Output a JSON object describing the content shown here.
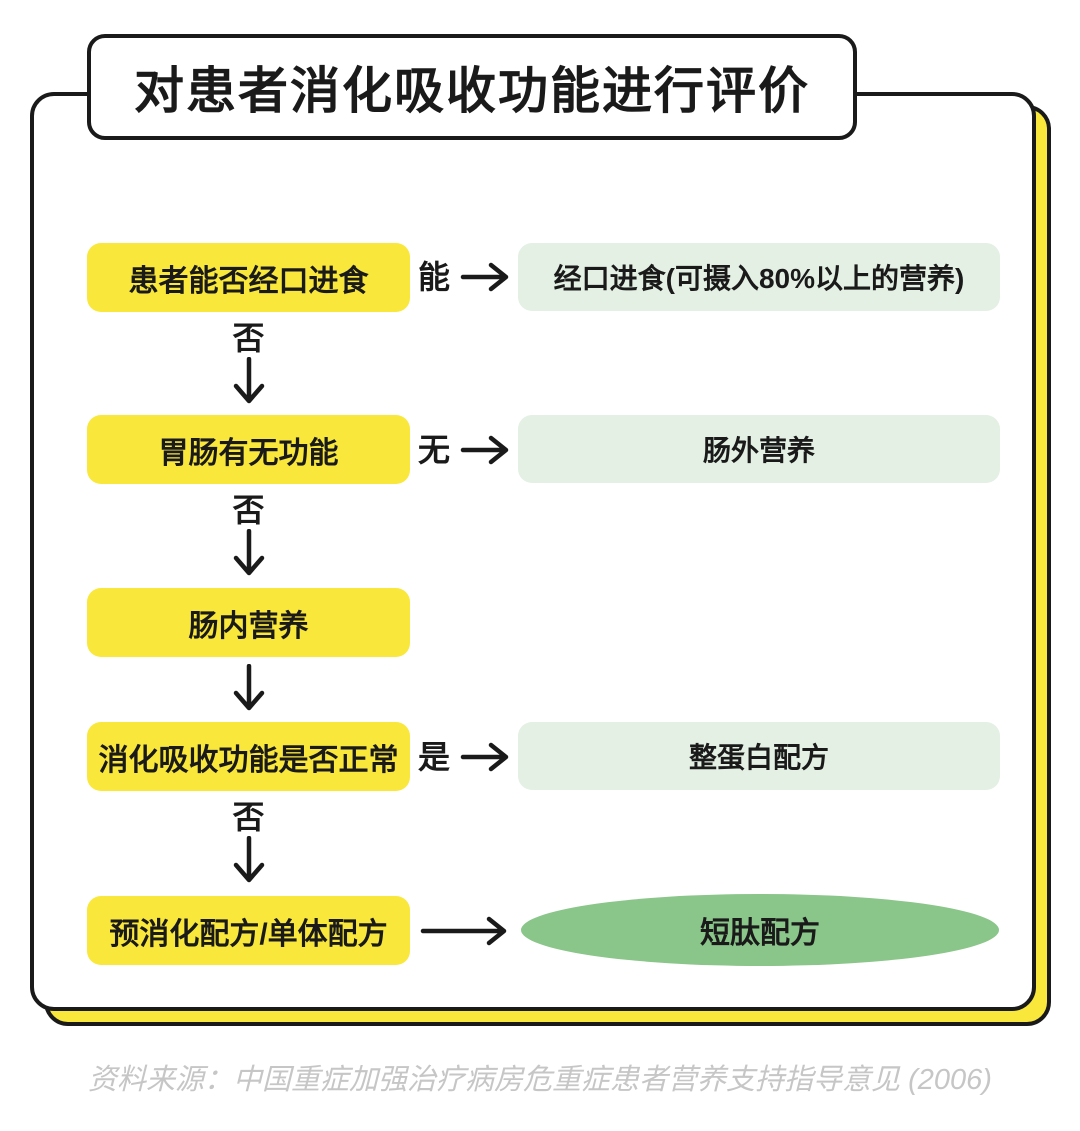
{
  "title": "对患者消化吸收功能进行评价",
  "flow": {
    "rows": [
      {
        "decision": "患者能否经口进食",
        "branch_label": "能",
        "result": "经口进食(可摄入80%以上的营养)",
        "down_label": "否"
      },
      {
        "decision": "胃肠有无功能",
        "branch_label": "无",
        "result": "肠外营养",
        "down_label": "否"
      },
      {
        "decision": "肠内营养",
        "branch_label": "",
        "result": "",
        "down_label": ""
      },
      {
        "decision": "消化吸收功能是否正常",
        "branch_label": "是",
        "result": "整蛋白配方",
        "down_label": "否"
      },
      {
        "decision": "预消化配方/单体配方",
        "branch_label": "",
        "result": "短肽配方",
        "down_label": ""
      }
    ]
  },
  "source": "资料来源：中国重症加强治疗病房危重症患者营养支持指导意见 (2006)",
  "colors": {
    "accent-yellow": "#F9E83B",
    "result-green": "#E3F0E3",
    "final-green": "#8AC58A",
    "ink": "#1a1a1a",
    "muted": "#c6c6c6"
  }
}
